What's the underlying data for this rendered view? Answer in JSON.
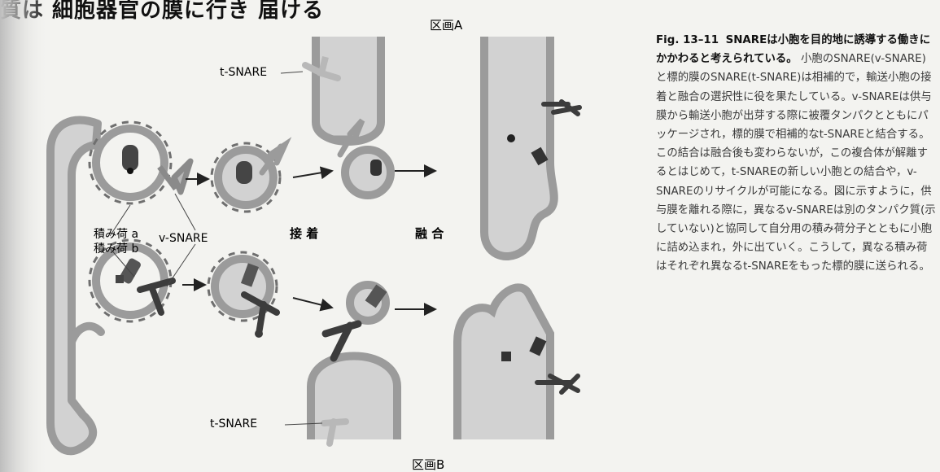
{
  "heading": "質は 細胞器官の膜に行き 届ける",
  "diagram": {
    "section_a_label": "区画A",
    "section_b_label": "区画B",
    "t_snare_top": "t-SNARE",
    "t_snare_bottom": "t-SNARE",
    "v_snare": "v-SNARE",
    "cargo_a": "積み荷 a",
    "cargo_b": "積み荷 b",
    "docking": "接 着",
    "fusion": "融 合"
  },
  "caption": {
    "figure_no": "Fig. 13–11",
    "title": "SNAREは小胞を目的地に誘導する働きにかかわると考えられている。",
    "body": "小胞のSNARE(v-SNARE)と標的膜のSNARE(t-SNARE)は相補的で，輸送小胞の接着と融合の選択性に役を果たしている。v-SNAREは供与膜から輸送小胞が出芽する際に被覆タンパクとともにパッケージされ，標的膜で相補的なt-SNAREと結合する。この結合は融合後も変わらないが，この複合体が解離するとはじめて，t-SNAREの新しい小胞との結合や，v-SNAREのリサイクルが可能になる。図に示すように，供与膜を離れる際に，異なるv-SNAREは別のタンパク質(示していない)と協同して自分用の積み荷分子とともに小胞に詰め込まれ，外に出ていく。こうして，異なる積み荷はそれぞれ異なるt-SNAREをもった標的膜に送られる。"
  },
  "colors": {
    "membrane": "#9b9b9b",
    "interior": "#d2d2d2",
    "snare_light": "#b8b8b8",
    "snare_dark": "#3c3c3c",
    "coat": "#8a8a8a"
  }
}
